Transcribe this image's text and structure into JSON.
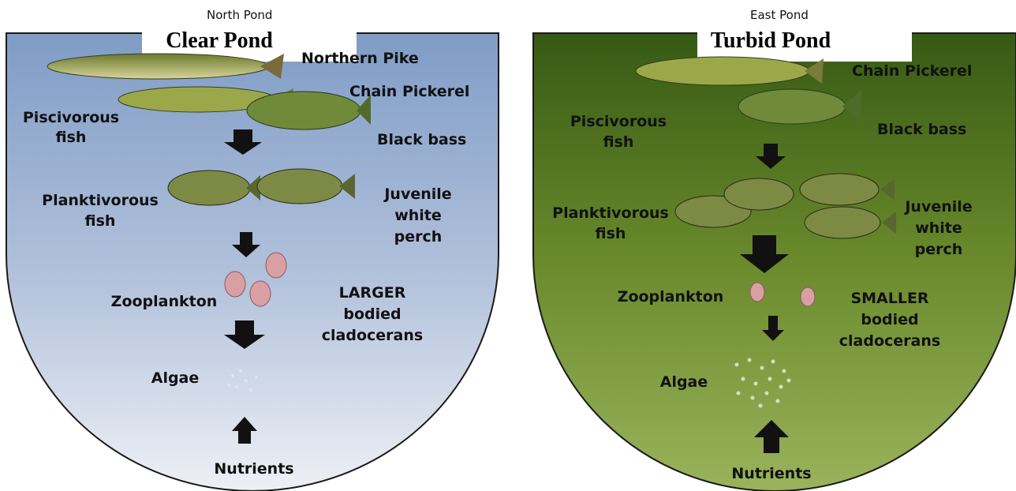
{
  "colors": {
    "clear_top": "#8faad0",
    "clear_bottom": "#eef0f5",
    "turbid_top": "#3f6318",
    "turbid_bottom": "#93ad55",
    "outline": "#1a1a1a"
  },
  "left": {
    "header_cut": "North Pond",
    "title": "Clear Pond",
    "fish_top": [
      "Northern Pike",
      "Chain Pickerel",
      "Black bass"
    ],
    "piscivorous": [
      "Piscivorous",
      "fish"
    ],
    "planktivorous": [
      "Planktivorous",
      "fish"
    ],
    "perch": [
      "Juvenile",
      "white",
      "perch"
    ],
    "zooplankton": "Zooplankton",
    "cladocerans": [
      "LARGER",
      "bodied",
      "cladocerans"
    ],
    "algae": "Algae",
    "nutrients": "Nutrients"
  },
  "right": {
    "header_cut": "East Pond",
    "title": "Turbid Pond",
    "fish_top": [
      "Chain Pickerel",
      "Black bass"
    ],
    "piscivorous": [
      "Piscivorous",
      "fish"
    ],
    "planktivorous": [
      "Planktivorous",
      "fish"
    ],
    "perch": [
      "Juvenile",
      "white",
      "perch"
    ],
    "zooplankton": "Zooplankton",
    "cladocerans": [
      "SMALLER",
      "bodied",
      "cladocerans"
    ],
    "algae": "Algae",
    "nutrients": "Nutrients"
  }
}
